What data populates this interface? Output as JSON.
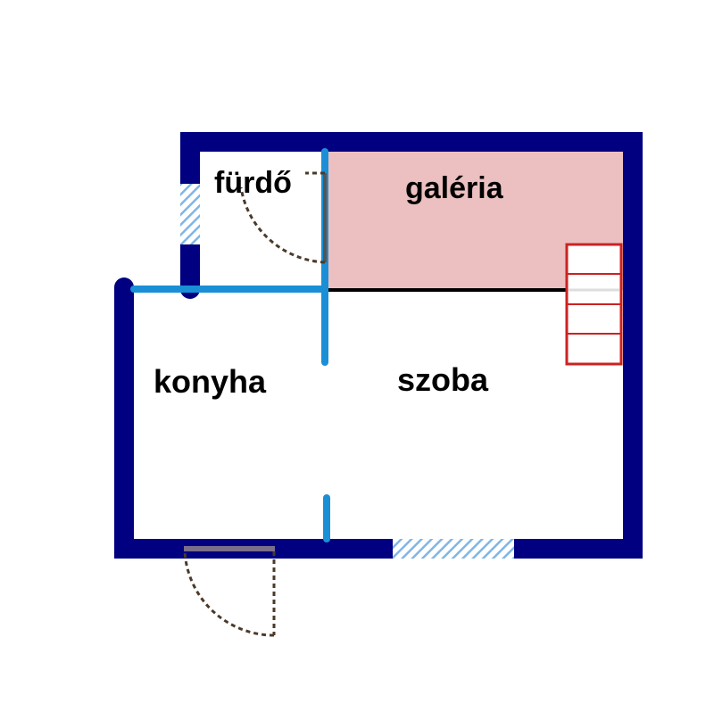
{
  "floorplan": {
    "rooms": [
      {
        "id": "bathroom",
        "label": "fürdő"
      },
      {
        "id": "gallery",
        "label": "galéria"
      },
      {
        "id": "kitchen",
        "label": "konyha"
      },
      {
        "id": "room",
        "label": "szoba"
      }
    ],
    "colors": {
      "outer_wall": "#000080",
      "inner_wall": "#1a8fd6",
      "gallery_fill": "#ecc0c0",
      "gallery_edge": "#000000",
      "stair_outline": "#cc2222",
      "window_hatch": "#7fb6e6",
      "door_swing": "#4a3a2a",
      "door_leaf": "#555555",
      "background": "#ffffff"
    },
    "icons": [
      "staircase-icon",
      "window-icon",
      "door-swing-icon"
    ]
  }
}
